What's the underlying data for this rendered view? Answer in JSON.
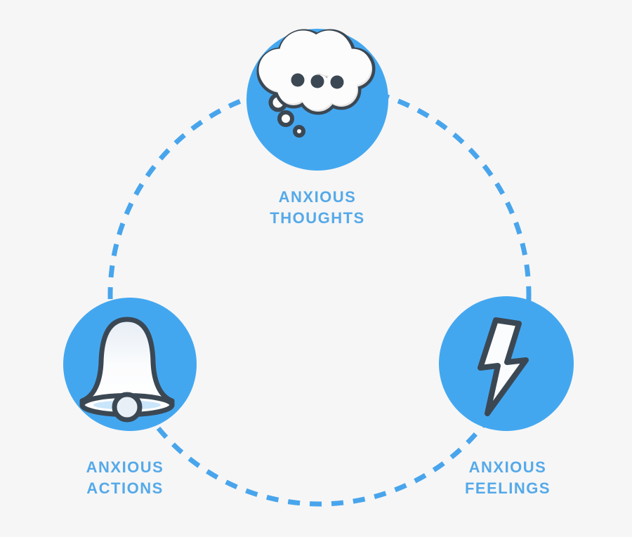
{
  "background_color": "#f6f6f6",
  "diagram": {
    "type": "cycle",
    "connector": {
      "shape": "dashed-circle",
      "color": "#48a5ec"
    },
    "node_color": "#43a7f0",
    "outline_color": "#3b4854",
    "label_color": "#55a9e9",
    "nodes": [
      {
        "id": "anxious-thoughts",
        "position": "top",
        "icon": "thought-bubble-icon",
        "label_line1": "ANXIOUS",
        "label_line2": "THOUGHTS"
      },
      {
        "id": "anxious-actions",
        "position": "bottom-left",
        "icon": "bell-icon",
        "label_line1": "ANXIOUS",
        "label_line2": "ACTIONS"
      },
      {
        "id": "anxious-feelings",
        "position": "bottom-right",
        "icon": "lightning-bolt-icon",
        "label_line1": "ANXIOUS",
        "label_line2": "FEELINGS"
      }
    ]
  }
}
